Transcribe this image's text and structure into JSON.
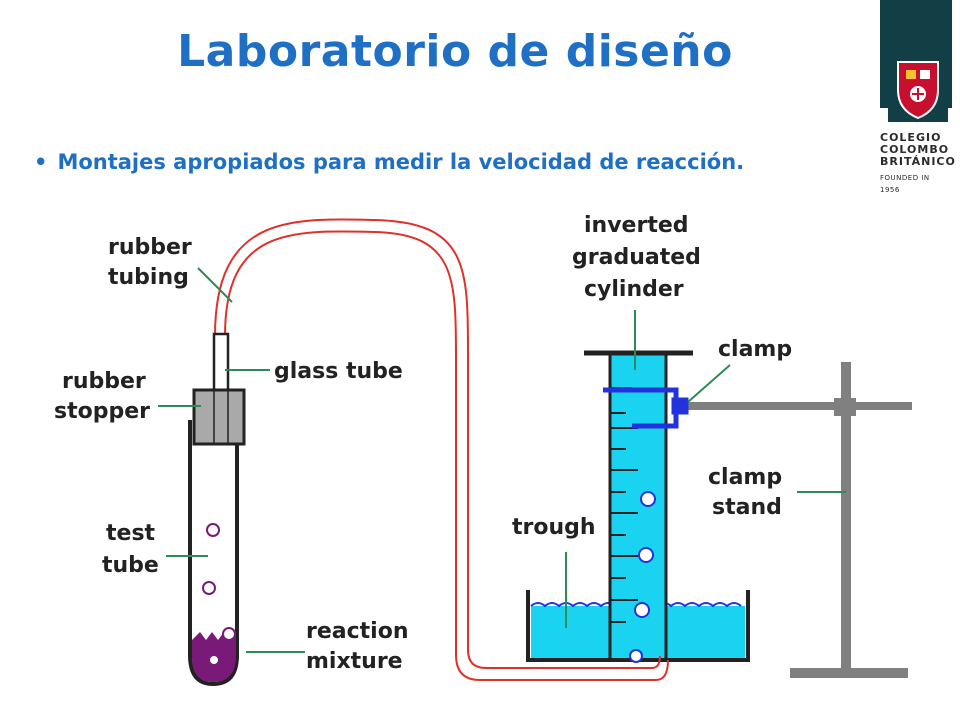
{
  "title": "Laboratorio de diseño",
  "bullet": "Montajes apropiados para medir la velocidad de reacción.",
  "logo": {
    "line1": "COLEGIO",
    "line2": "COLOMBO",
    "line3": "BRITÁNICO",
    "founded": "FOUNDED IN 1956",
    "bar_color": "#123f45",
    "crest_color": "#c8102e"
  },
  "labels": {
    "rubber_tubing": [
      "rubber",
      "tubing"
    ],
    "glass_tube": [
      "glass tube"
    ],
    "rubber_stopper": [
      "rubber",
      "stopper"
    ],
    "test_tube": [
      "test",
      "tube"
    ],
    "reaction_mixture": [
      "reaction",
      "mixture"
    ],
    "inverted_cylinder": [
      "inverted",
      "graduated",
      "cylinder"
    ],
    "clamp": [
      "clamp"
    ],
    "clamp_stand": [
      "clamp",
      "stand"
    ],
    "trough": [
      "trough"
    ]
  },
  "colors": {
    "title": "#1f6fc5",
    "water": "#19d3f0",
    "tubing": "#e0302a",
    "mixture": "#7a1a78",
    "clamp": "#2233dd",
    "stand": "#808080",
    "stopper": "#a9a9a9"
  }
}
